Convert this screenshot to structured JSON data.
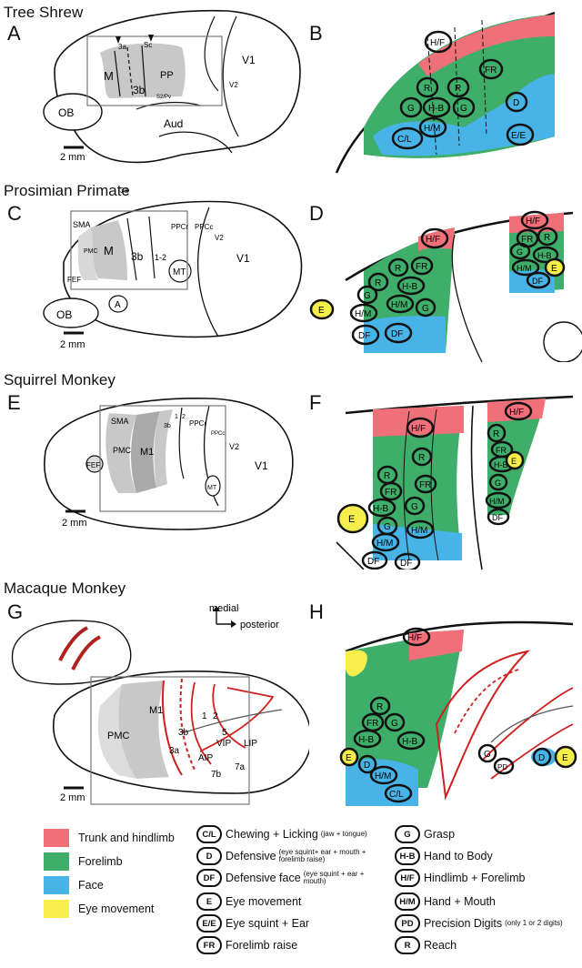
{
  "sections": [
    {
      "title": "Tree Shrew",
      "brain_panel": "A",
      "map_panel": "B"
    },
    {
      "title": "Prosimian Primate",
      "brain_panel": "C",
      "map_panel": "D"
    },
    {
      "title": "Squirrel Monkey",
      "brain_panel": "E",
      "map_panel": "F"
    },
    {
      "title": "Macaque Monkey",
      "brain_panel": "G",
      "map_panel": "H"
    }
  ],
  "scale_bar": "2 mm",
  "orientation": {
    "up": "medial",
    "right": "posterior"
  },
  "brain_labels": {
    "tree_shrew": [
      "3a",
      "Sc",
      "M",
      "3b",
      "PP",
      "V1",
      "V2",
      "S2/Pv",
      "OB",
      "Aud"
    ],
    "prosimian": [
      "3a",
      "SMA",
      "PMC",
      "M",
      "3b",
      "1-2",
      "PPCr",
      "PPCc",
      "V2",
      "MT",
      "V1",
      "A",
      "FEF",
      "OB"
    ],
    "squirrel": [
      "SMA",
      "PMC",
      "M1",
      "3b",
      "1",
      "2",
      "PPCr",
      "PPCc",
      "V2",
      "V1",
      "MT",
      "FEF"
    ],
    "macaque": [
      "PMC",
      "M1",
      "3a",
      "3b",
      "1",
      "2",
      "5",
      "AIP",
      "VIP",
      "LIP",
      "7b",
      "7a"
    ]
  },
  "ovals": {
    "B": [
      "H/F",
      "R",
      "R",
      "FR",
      "G",
      "H-B",
      "G",
      "D",
      "H/M",
      "E/E",
      "C/L"
    ],
    "D_left": [
      "H/F",
      "R",
      "FR",
      "R",
      "H-B",
      "G",
      "G",
      "H/M",
      "E",
      "H/M",
      "DF",
      "DF"
    ],
    "D_right": [
      "H/F",
      "FR",
      "R",
      "G",
      "H-B",
      "H/M",
      "E",
      "DF"
    ],
    "F_left": [
      "H/F",
      "R",
      "R",
      "FR",
      "FR",
      "H-B",
      "G",
      "G",
      "E",
      "H/M",
      "H/M",
      "DF",
      "DF"
    ],
    "F_right": [
      "H/F",
      "R",
      "FR",
      "H-B",
      "E",
      "G",
      "H/M",
      "DF"
    ],
    "H": [
      "H/F",
      "R",
      "FR",
      "G",
      "H-B",
      "E",
      "H-B",
      "D",
      "H/M",
      "C/L",
      "G",
      "PD",
      "D",
      "E"
    ]
  },
  "legend": {
    "colors": [
      {
        "label": "Trunk and hindlimb",
        "color": "#f07079"
      },
      {
        "label": "Forelimb",
        "color": "#3fae6a"
      },
      {
        "label": "Face",
        "color": "#47b3e6"
      },
      {
        "label": "Eye movement",
        "color": "#f6ee4a"
      }
    ],
    "abbreviations_left": [
      {
        "abbr": "C/L",
        "label": "Chewing + Licking",
        "note": "(jaw + tongue)"
      },
      {
        "abbr": "D",
        "label": "Defensive",
        "note": "(eye squint+ ear + mouth + forelimb raise)"
      },
      {
        "abbr": "DF",
        "label": "Defensive face",
        "note": "(eye squint + ear + mouth)"
      },
      {
        "abbr": "E",
        "label": "Eye movement",
        "note": ""
      },
      {
        "abbr": "E/E",
        "label": "Eye squint + Ear",
        "note": ""
      },
      {
        "abbr": "FR",
        "label": "Forelimb raise",
        "note": ""
      }
    ],
    "abbreviations_right": [
      {
        "abbr": "G",
        "label": "Grasp",
        "note": ""
      },
      {
        "abbr": "H-B",
        "label": "Hand to Body",
        "note": ""
      },
      {
        "abbr": "H/F",
        "label": "Hindlimb + Forelimb",
        "note": ""
      },
      {
        "abbr": "H/M",
        "label": "Hand + Mouth",
        "note": ""
      },
      {
        "abbr": "PD",
        "label": "Precision Digits",
        "note": "(only 1 or 2 digits)"
      },
      {
        "abbr": "R",
        "label": "Reach",
        "note": ""
      }
    ]
  }
}
